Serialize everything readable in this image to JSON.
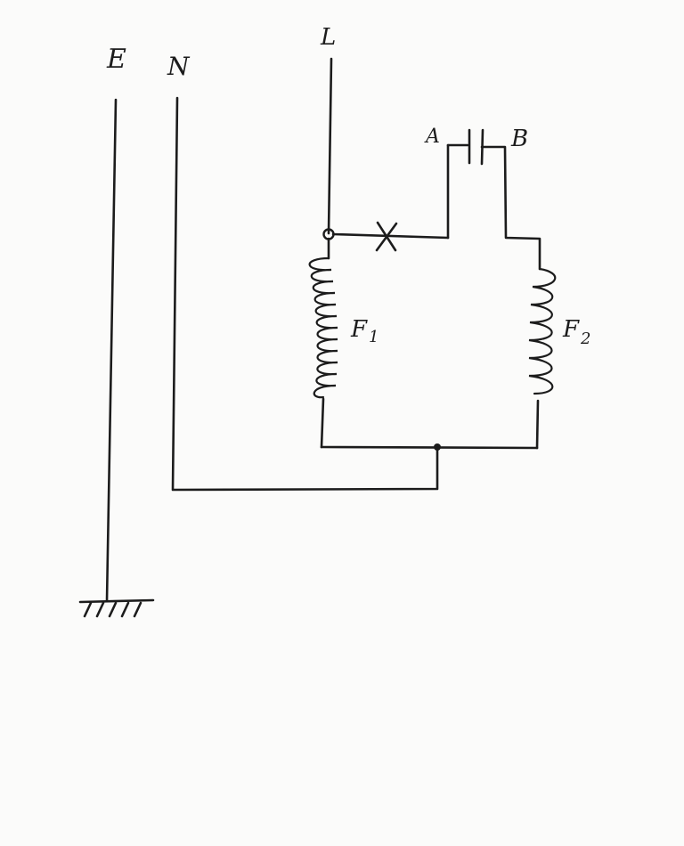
{
  "labels": {
    "earth": "E",
    "neutral": "N",
    "live": "L",
    "terminal_a": "A",
    "terminal_b": "B",
    "fault_mark": "X",
    "coil1_letter": "F",
    "coil1_index": "1",
    "coil2_letter": "F",
    "coil2_index": "2"
  },
  "colors": {
    "ink": "#1c1c1c",
    "paper": "#fbfbfa"
  }
}
